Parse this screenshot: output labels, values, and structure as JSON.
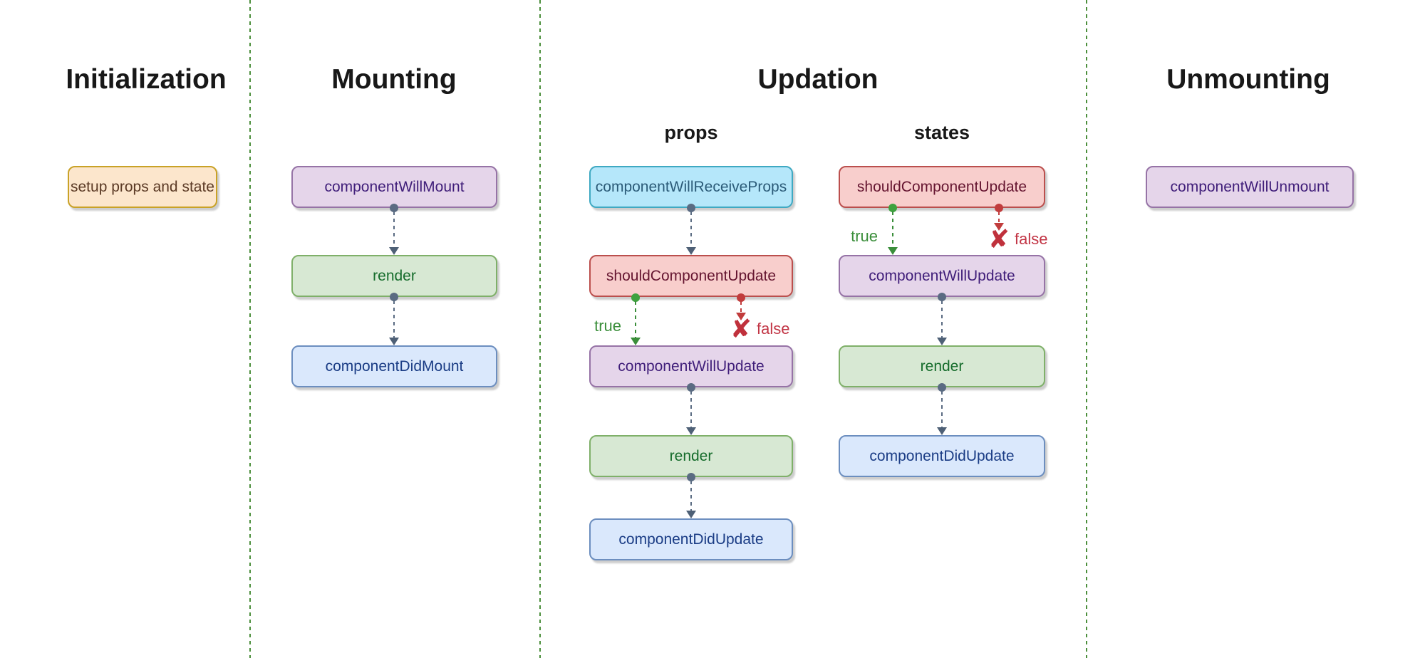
{
  "titles": {
    "initialization": "Initialization",
    "mounting": "Mounting",
    "updation": "Updation",
    "unmounting": "Unmounting"
  },
  "subheaders": {
    "props": "props",
    "states": "states"
  },
  "boxes": {
    "setup_props_and_state": "setup props and state",
    "component_will_mount": "componentWillMount",
    "mounting_render": "render",
    "component_did_mount": "componentDidMount",
    "component_will_receive_props": "componentWillReceiveProps",
    "props_should_component_update": "shouldComponentUpdate",
    "props_component_will_update": "componentWillUpdate",
    "props_render": "render",
    "props_component_did_update": "componentDidUpdate",
    "states_should_component_update": "shouldComponentUpdate",
    "states_component_will_update": "componentWillUpdate",
    "states_render": "render",
    "states_component_did_update": "componentDidUpdate",
    "component_will_unmount": "componentWillUnmount"
  },
  "branches": {
    "true_label": "true",
    "false_label": "false",
    "x_icon": "✘"
  },
  "colors": {
    "divider_green": "#4c8f3c",
    "connector_slate": "#5a6b82",
    "true_green": "#3a8e3a",
    "false_red": "#c23545",
    "box_orange_fill": "#fce6cc",
    "box_orange_border": "#c9a227",
    "box_orange_text": "#5b3a25",
    "box_purple_fill": "#e5d5ea",
    "box_purple_border": "#9673a6",
    "box_purple_text": "#3f1d79",
    "box_green_fill": "#d7e8d3",
    "box_green_border": "#7fb069",
    "box_green_text": "#156c2b",
    "box_blue_fill": "#dae8fc",
    "box_blue_border": "#6c8ebf",
    "box_blue_text": "#1a3c85",
    "box_red_fill": "#f8cecc",
    "box_red_border": "#bb4f4d",
    "box_red_text": "#651530",
    "box_cyan_fill": "#b5e7fa",
    "box_cyan_border": "#3fa9c2",
    "box_cyan_text": "#2b5b78"
  }
}
